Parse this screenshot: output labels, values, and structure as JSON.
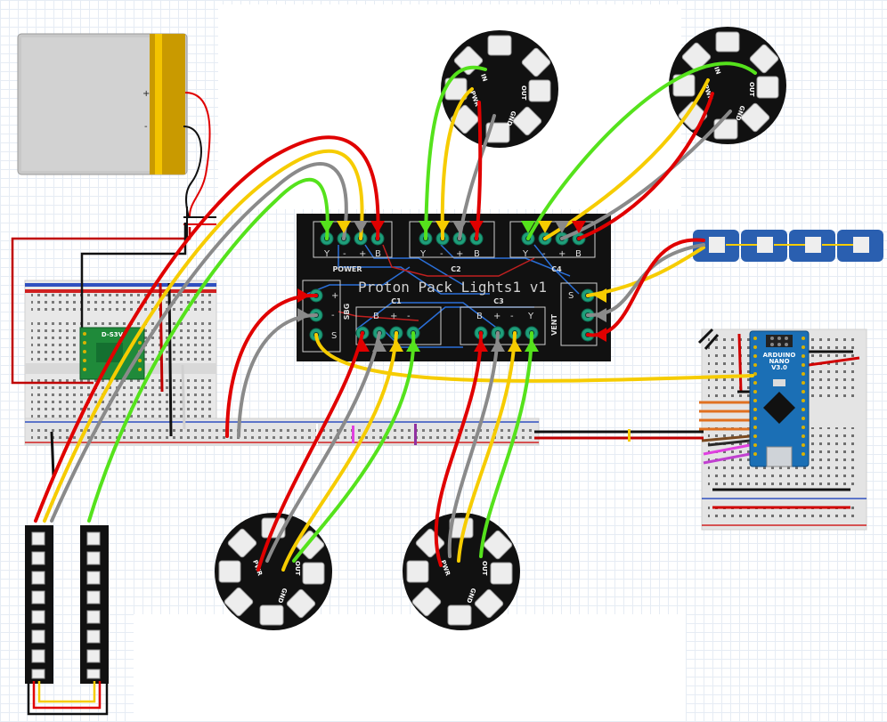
{
  "battery": {
    "plus_label": "+",
    "minus_label": "-"
  },
  "pcb": {
    "title": "Proton Pack Lights1 v1",
    "sections": {
      "power": "POWER",
      "c1": "C1",
      "c2": "C2",
      "c3": "C3",
      "c4": "C4",
      "vent": "VENT",
      "sbg": "SBG"
    },
    "pins": {
      "y": "Y",
      "minus": "-",
      "plus": "+",
      "b": "B",
      "s": "S"
    }
  },
  "ring_labels": {
    "in": "IN",
    "out": "OUT",
    "pwr": "PWR",
    "gnd": "GND"
  },
  "arduino": {
    "brand": "ARDUINO",
    "model": "NANO",
    "version": "V3.0"
  },
  "regulator": {
    "label": "D-S3V"
  },
  "colors": {
    "pcb": "#111111",
    "pad": "#1f9e7a",
    "pad_hole": "#0d3a30",
    "red": "#e00000",
    "yellow": "#f6cc00",
    "gray": "#8a8a8a",
    "green": "#55e21c",
    "black": "#111111",
    "arduino": "#1b6fb5",
    "battery_tab": "#f3c400"
  }
}
